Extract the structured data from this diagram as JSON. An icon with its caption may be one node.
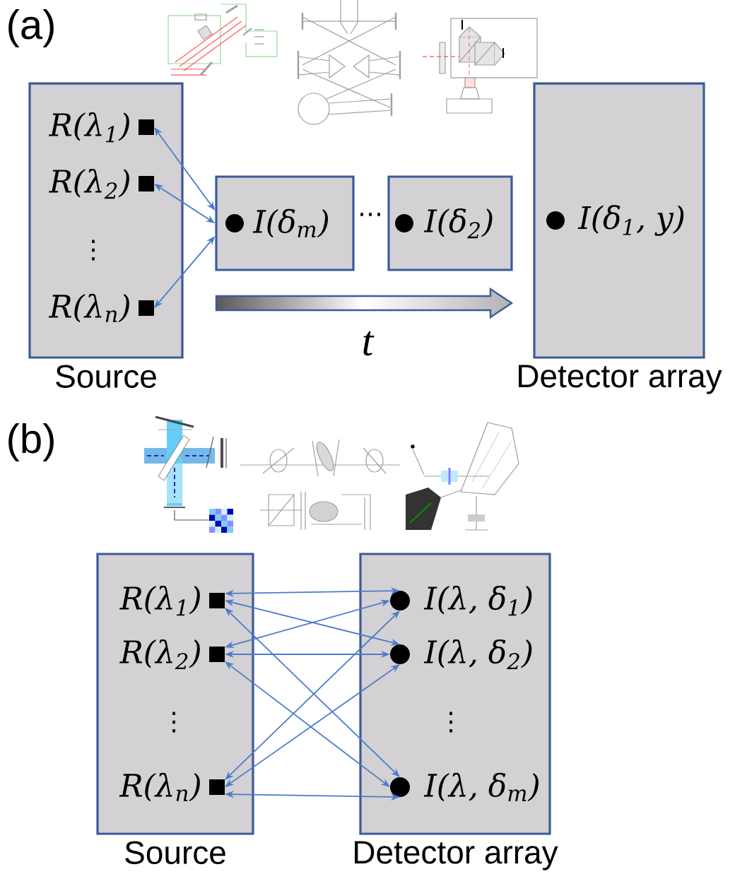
{
  "diagram": {
    "nodes": [
      {
        "text": [
          "Source"
        ]
      },
      {
        "text": [
          "R(λ$_{1}$)"
        ],
        "in": 0
      },
      {
        "text": [
          "R(λ$_{2}$)"
        ],
        "in": 0
      },
      {
        "text": [
          "R(λ$_{n}$)"
        ],
        "in": 0
      },
      {
        "text": [
          "I(δ$_{m}$)"
        ]
      },
      {
        "text": [
          "I(δ$_{2}$)"
        ]
      },
      {
        "text": [
          "I(δ$_{1}$, y)",
          "Detector array"
        ]
      },
      {
        "text": [
          "Source"
        ]
      },
      {
        "text": [
          "R(λ$_{1}$)"
        ],
        "in": 7
      },
      {
        "text": [
          "R(λ$_{2}$)"
        ],
        "in": 7
      },
      {
        "text": [
          "R(λ$_{n}$)"
        ],
        "in": 7
      },
      {
        "text": [
          "Detector array"
        ]
      },
      {
        "text": [
          "I(λ, δ$_{1}$)"
        ],
        "in": 11
      },
      {
        "text": [
          "I(λ, δ$_{2}$)"
        ],
        "in": 11
      },
      {
        "text": [
          "I(λ, δ$_{m}$)"
        ],
        "in": 11
      }
    ],
    "edges": [
      {
        "from": 1,
        "to": 4,
        "arrow": "both"
      },
      {
        "from": 2,
        "to": 4,
        "arrow": "both"
      },
      {
        "from": 3,
        "to": 4,
        "arrow": "both"
      },
      {
        "from": 8,
        "to": 12,
        "arrow": "both"
      },
      {
        "from": 8,
        "to": 13,
        "arrow": "both"
      },
      {
        "from": 8,
        "to": 14,
        "arrow": "both"
      },
      {
        "from": 9,
        "to": 12,
        "arrow": "both"
      },
      {
        "from": 9,
        "to": 13,
        "arrow": "both"
      },
      {
        "from": 9,
        "to": 14,
        "arrow": "both"
      },
      {
        "from": 10,
        "to": 12,
        "arrow": "both"
      },
      {
        "from": 10,
        "to": 13,
        "arrow": "both"
      },
      {
        "from": 10,
        "to": 14,
        "arrow": "both"
      }
    ],
    "labels": [
      "(a)",
      "⋯",
      "⋮",
      "t",
      "(b)",
      "⋮",
      "⋮"
    ]
  }
}
